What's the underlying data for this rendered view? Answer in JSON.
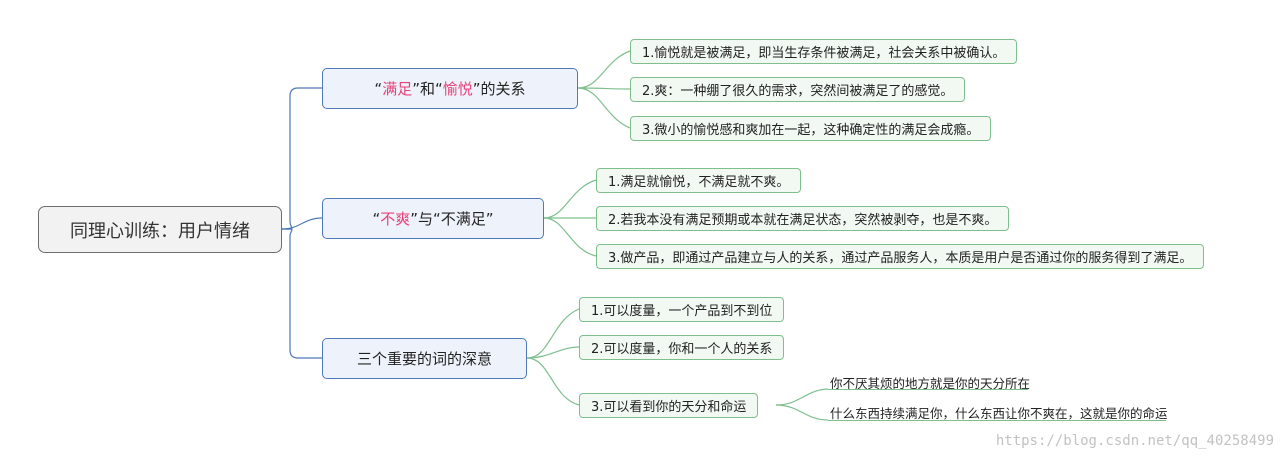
{
  "root": {
    "label": "同理心训练：用户情绪"
  },
  "branches": [
    {
      "title_parts": [
        "“",
        "满足",
        "”和“",
        "愉悦",
        "”的关系"
      ],
      "items": [
        "1.愉悦就是被满足，即当生存条件被满足，社会关系中被确认。",
        "2.爽：一种绷了很久的需求，突然间被满足了的感觉。",
        "3.微小的愉悦感和爽加在一起，这种确定性的满足会成瘾。"
      ]
    },
    {
      "title_parts": [
        "“",
        "不爽",
        "”与“不满足”"
      ],
      "items": [
        "1.满足就愉悦，不满足就不爽。",
        "2.若我本没有满足预期或本就在满足状态，突然被剥夺，也是不爽。",
        "3.做产品，即通过产品建立与人的关系，通过产品服务人，本质是用户是否通过你的服务得到了满足。"
      ]
    },
    {
      "title": "三个重要的词的深意",
      "items": [
        "1.可以度量，一个产品到不到位",
        "2.可以度量，你和一个人的关系",
        "3.可以看到你的天分和命运"
      ],
      "subitems": [
        "你不厌其烦的地方就是你的天分所在",
        "什么东西持续满足你，什么东西让你不爽在，这就是你的命运"
      ]
    }
  ],
  "watermark": "https://blog.csdn.net/qq_40258499",
  "colors": {
    "root_border": "#6e6e6e",
    "main_border": "#4f79b8",
    "main_fill": "#eef3fb",
    "leaf_border": "#7fbf8e",
    "leaf_fill": "#f2f9f3",
    "highlight": "#e8407a"
  }
}
